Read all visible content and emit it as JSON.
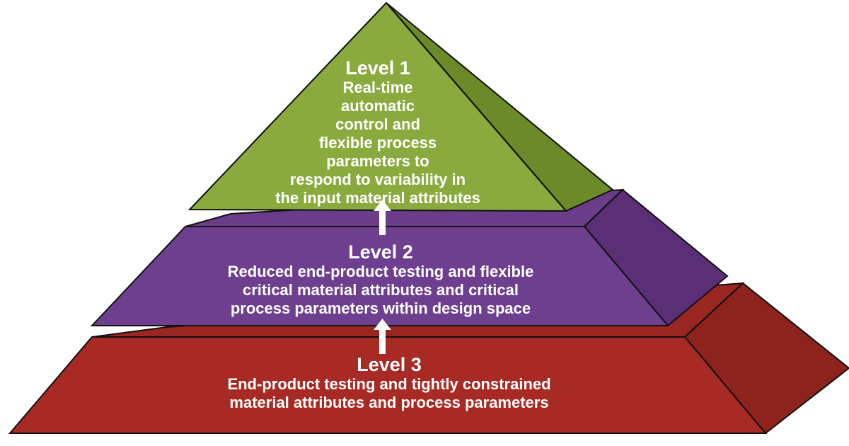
{
  "colors": {
    "level1_front": "#8aaa3d",
    "level1_side": "#6c8a29",
    "level2_front": "#6e3f8f",
    "level2_top": "#6a3c8a",
    "level2_side": "#5a2f76",
    "level3_front": "#a72b24",
    "level3_top": "#9a2620",
    "level3_side": "#8e231d",
    "outline": "#111111",
    "arrow": "#ffffff"
  },
  "levels": [
    {
      "title": "Level 1",
      "lines": [
        "Real-time",
        "automatic",
        "control and",
        "flexible process",
        "parameters to",
        "respond to variability in",
        "the input material attributes"
      ]
    },
    {
      "title": "Level 2",
      "lines": [
        "Reduced end-product testing and flexible",
        "critical material attributes and critical",
        "process parameters within design space"
      ]
    },
    {
      "title": "Level 3",
      "lines": [
        "End-product testing and tightly constrained",
        "material attributes and process parameters"
      ]
    }
  ]
}
